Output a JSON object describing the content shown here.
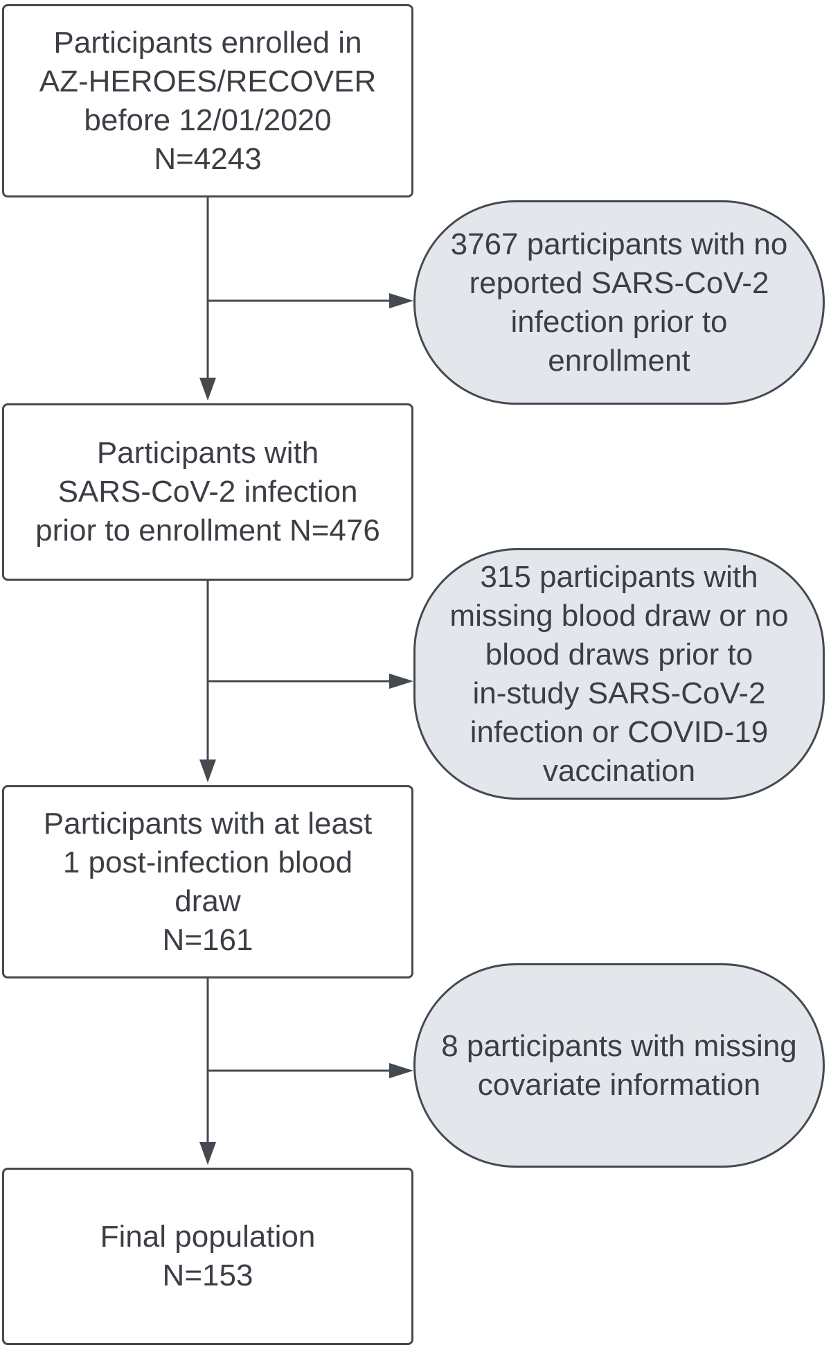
{
  "flow": {
    "steps": [
      {
        "text": "Participants enrolled in\nAZ-HEROES/RECOVER\nbefore 12/01/2020\nN=4243"
      },
      {
        "text": "Participants with\nSARS-CoV-2 infection\nprior to enrollment N=476"
      },
      {
        "text": "Participants with at least\n1 post-infection blood\ndraw\nN=161"
      },
      {
        "text": "Final population\nN=153"
      }
    ],
    "exclusions": [
      {
        "text": "3767 participants with no\nreported SARS-CoV-2\ninfection prior to\nenrollment"
      },
      {
        "text": "315 participants with\nmissing blood draw or no\nblood draws prior to\nin-study SARS-CoV-2\ninfection or COVID-19\nvaccination"
      },
      {
        "text": "8 participants with missing\ncovariate information"
      }
    ]
  },
  "colors": {
    "stroke": "#444a50",
    "exclusion_fill": "#e3e6ea",
    "step_fill": "#ffffff",
    "text": "#3b3f45"
  }
}
